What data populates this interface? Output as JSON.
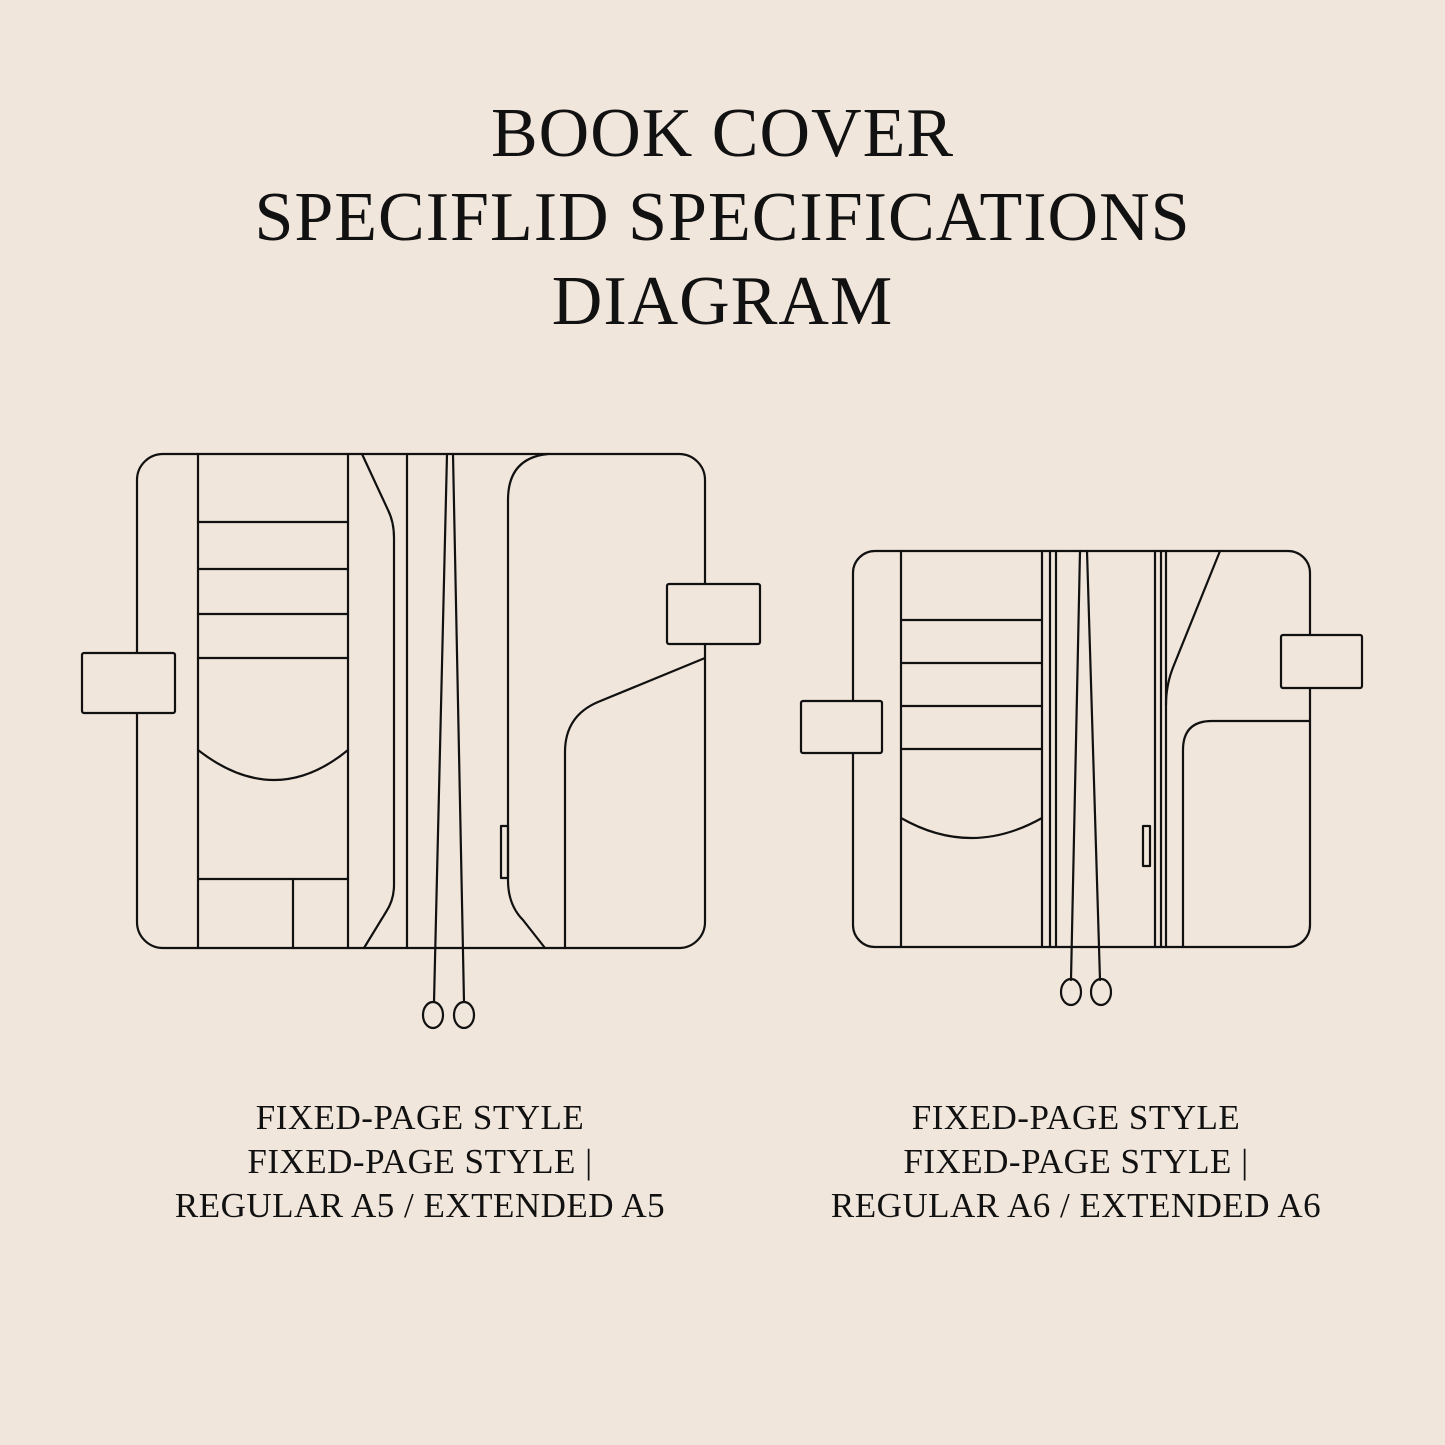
{
  "title": {
    "line1": "BOOK COVER",
    "line2": "SPECIFLID SPECIFICATIONS",
    "line3": "DIAGRAM"
  },
  "diagrams": [
    {
      "id": "a5",
      "caption": {
        "line1": "FIXED-PAGE STYLE",
        "line2": "FIXED-PAGE STYLE |",
        "line3": "REGULAR A5 / EXTENDED A5"
      }
    },
    {
      "id": "a6",
      "caption": {
        "line1": "FIXED-PAGE STYLE",
        "line2": "FIXED-PAGE STYLE |",
        "line3": "REGULAR A6 / EXTENDED A6"
      }
    }
  ],
  "colors": {
    "background": "#f1e6dc",
    "line": "#111111"
  }
}
